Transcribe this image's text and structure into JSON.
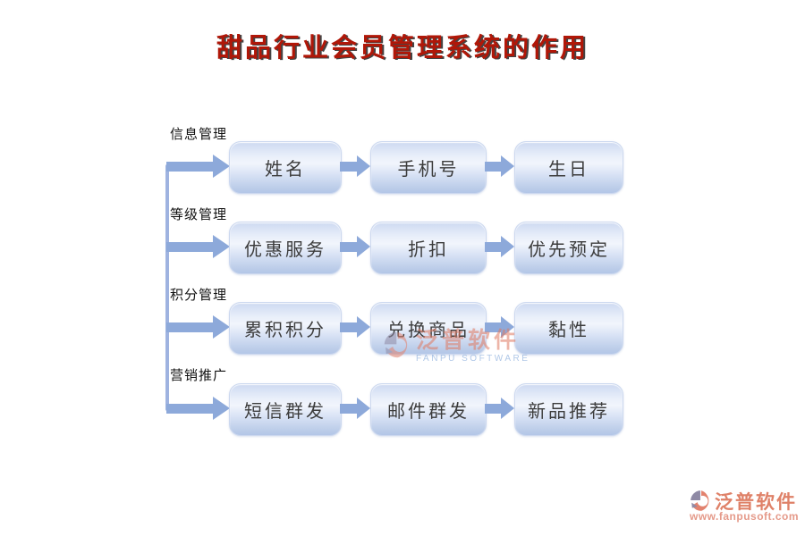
{
  "title": "甜品行业会员管理系统的作用",
  "rows": [
    {
      "label": "信息管理",
      "boxes": [
        "姓名",
        "手机号",
        "生日"
      ]
    },
    {
      "label": "等级管理",
      "boxes": [
        "优惠服务",
        "折扣",
        "优先预定"
      ]
    },
    {
      "label": "积分管理",
      "boxes": [
        "累积积分",
        "兑换商品",
        "黏性"
      ]
    },
    {
      "label": "营销推广",
      "boxes": [
        "短信群发",
        "邮件群发",
        "新品推荐"
      ]
    }
  ],
  "watermark": {
    "brand": "泛普软件",
    "subtitle": "FANPU SOFTWARE"
  },
  "footer_logo": {
    "brand": "泛普软件",
    "url": "www.fanpusoft.com"
  },
  "colors": {
    "title_red": "#b01708",
    "arrow_blue": "#8da9da",
    "rail_blue": "#9fb3e0",
    "node_text": "#3c3c3c",
    "brand_salmon": "#df8168",
    "logo_slate": "#8f8aa5"
  }
}
